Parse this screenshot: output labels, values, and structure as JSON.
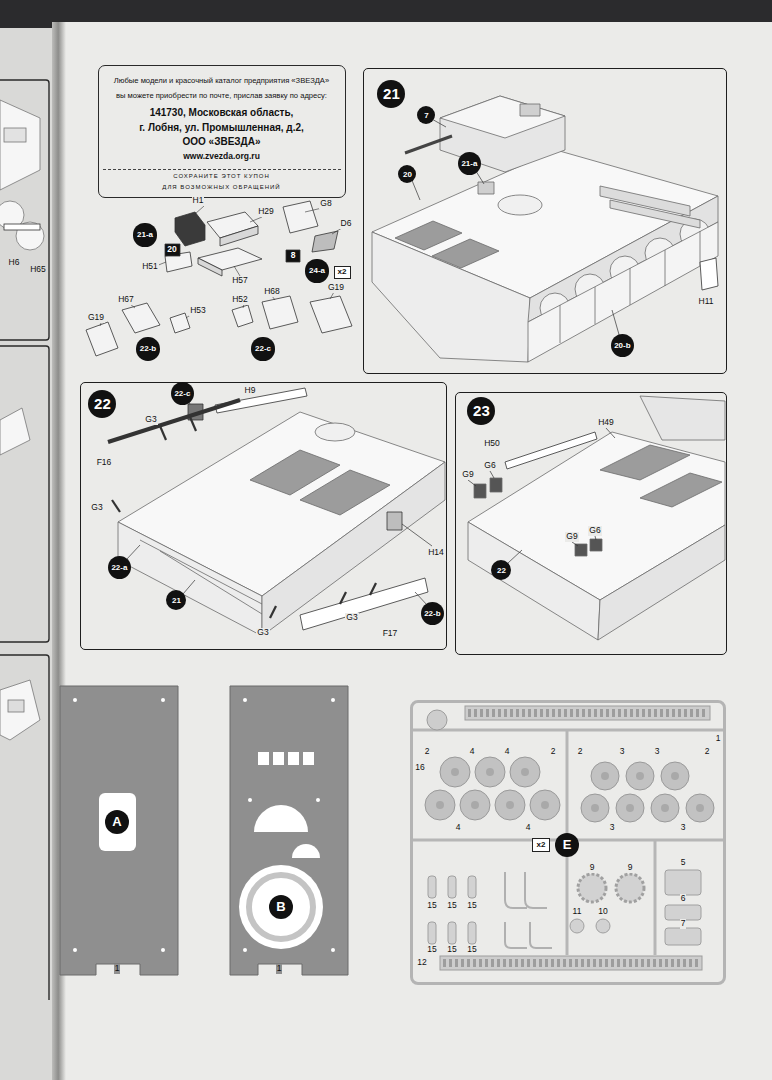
{
  "diagram": {
    "nodes": [
      {
        "text": [
          "Любые модели и красочный каталог предприятия «ЗВЕЗДА»",
          "вы можете приобрести по почте, прислав заявку по адресу:",
          "141730, Московская область,",
          "г. Лобня, ул. Промышленная, д.2,",
          "ООО «ЗВЕЗДА»",
          "www.zvezda.org.ru",
          "СОХРАНИТЕ ЭТОТ КУПОН",
          "ДЛЯ ВОЗМОЖНЫХ ОБРАЩЕНИЙ"
        ]
      },
      {
        "text": [
          "21-a"
        ]
      },
      {
        "text": [
          "24-a"
        ]
      },
      {
        "text": [
          "x2"
        ]
      },
      {
        "text": [
          "22-b"
        ]
      },
      {
        "text": [
          "22-c"
        ]
      },
      {
        "text": [
          "21"
        ]
      },
      {
        "text": [
          "7"
        ],
        "in": 6
      },
      {
        "text": [
          "21-a"
        ],
        "in": 6
      },
      {
        "text": [
          "20"
        ],
        "in": 6
      },
      {
        "text": [
          "20-b"
        ],
        "in": 6
      },
      {
        "text": [
          "22"
        ]
      },
      {
        "text": [
          "22-c"
        ],
        "in": 11
      },
      {
        "text": [
          "22-a"
        ],
        "in": 11
      },
      {
        "text": [
          "21"
        ],
        "in": 11
      },
      {
        "text": [
          "22-b"
        ],
        "in": 11
      },
      {
        "text": [
          "23"
        ]
      },
      {
        "text": [
          "22"
        ],
        "in": 16
      },
      {
        "text": [
          "A"
        ]
      },
      {
        "text": [
          "B"
        ]
      },
      {
        "text": [
          "E"
        ]
      },
      {
        "text": [
          "x2"
        ],
        "in": 20
      }
    ],
    "labels": [
      "H1",
      "H29",
      "20",
      "H51",
      "H57",
      "G8",
      "D6",
      "8",
      "G19",
      "H67",
      "H53",
      "H52",
      "H68",
      "G19",
      "H11",
      "H9",
      "G3",
      "F16",
      "G3",
      "G3",
      "G3",
      "F17",
      "H14",
      "H50",
      "H49",
      "G9",
      "G6",
      "G9",
      "G6",
      "1",
      "1",
      "16",
      "1",
      "2",
      "4",
      "4",
      "2",
      "4",
      "4",
      "2",
      "3",
      "3",
      "2",
      "3",
      "3",
      "15",
      "15",
      "15",
      "15",
      "15",
      "15",
      "9",
      "9",
      "11",
      "10",
      "5",
      "6",
      "7",
      "12",
      "H6",
      "H65"
    ]
  }
}
